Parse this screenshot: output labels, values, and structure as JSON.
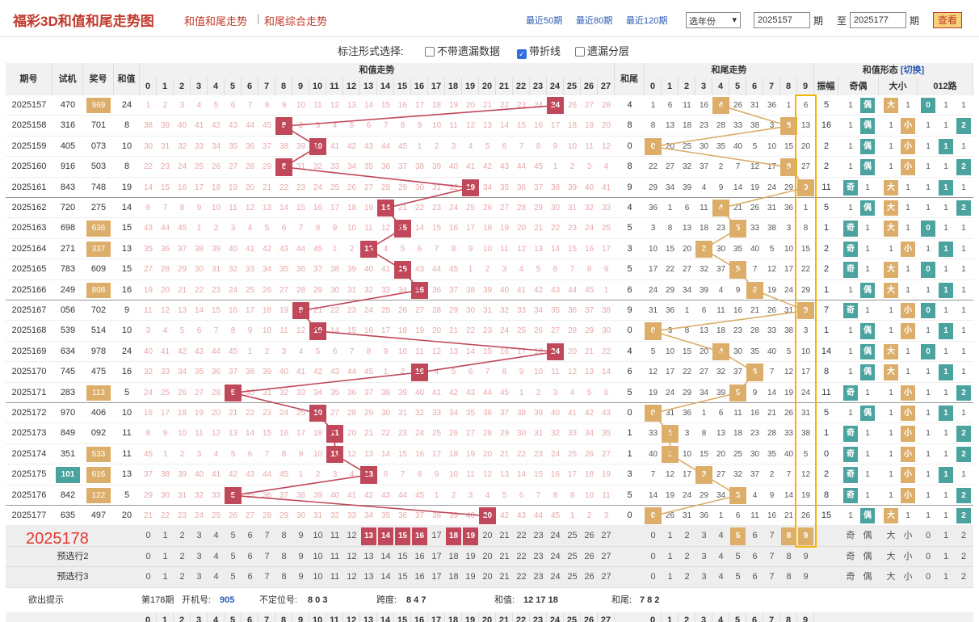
{
  "title": "福彩3D和值和尾走势图",
  "nav": {
    "link1": "和值和尾走势",
    "link2": "和尾综合走势"
  },
  "recent": [
    "最近50期",
    "最近80期",
    "最近120期"
  ],
  "year_select": "选年份",
  "from": "2025157",
  "to": "2025177",
  "qi": "期",
  "zhi": "至",
  "view_btn": "查看",
  "options": {
    "prompt": "标注形式选择:",
    "o1": "不带遗漏数据",
    "o2": "带折线",
    "o3": "遗漏分层",
    "o2_checked": true
  },
  "headers": {
    "period": "期号",
    "trial": "试机",
    "prize": "奖号",
    "sum": "和值",
    "sum_trend": "和值走势",
    "tail": "和尾",
    "tail_trend": "和尾走势",
    "shape": "和值形态",
    "switch": "[切换]",
    "amp": "振幅",
    "oddeven": "奇偶",
    "bigsmall": "大小",
    "route": "012路"
  },
  "sum_cols": [
    "0",
    "1",
    "2",
    "3",
    "4",
    "5",
    "6",
    "7",
    "8",
    "9",
    "10",
    "11",
    "12",
    "13",
    "14",
    "15",
    "16",
    "17",
    "18",
    "19",
    "20",
    "21",
    "22",
    "23",
    "24",
    "25",
    "26",
    "27"
  ],
  "tail_cols": [
    "0",
    "1",
    "2",
    "3",
    "4",
    "5",
    "6",
    "7",
    "8",
    "9"
  ],
  "rows": [
    {
      "p": "2025157",
      "t": "470",
      "k": "969",
      "s": 24,
      "w": 4,
      "a": "5",
      "oe": "偶",
      "bs": "大",
      "r": "0"
    },
    {
      "p": "2025158",
      "t": "316",
      "k": "701",
      "s": 8,
      "w": 8,
      "a": "16",
      "oe": "偶",
      "bs": "小",
      "r": "2"
    },
    {
      "p": "2025159",
      "t": "405",
      "k": "073",
      "s": 10,
      "w": 0,
      "a": "2",
      "oe": "偶",
      "bs": "小",
      "r": "1"
    },
    {
      "p": "2025160",
      "t": "916",
      "k": "503",
      "s": 8,
      "w": 8,
      "a": "2",
      "oe": "偶",
      "bs": "小",
      "r": "2"
    },
    {
      "p": "2025161",
      "t": "843",
      "k": "748",
      "s": 19,
      "w": 9,
      "a": "11",
      "oe": "奇",
      "bs": "大",
      "r": "1"
    },
    {
      "p": "2025162",
      "t": "720",
      "k": "275",
      "s": 14,
      "w": 4,
      "a": "5",
      "oe": "偶",
      "bs": "大",
      "r": "2"
    },
    {
      "p": "2025163",
      "t": "698",
      "k": "636",
      "s": 15,
      "w": 5,
      "a": "1",
      "oe": "奇",
      "bs": "大",
      "r": "0"
    },
    {
      "p": "2025164",
      "t": "271",
      "k": "337",
      "s": 13,
      "w": 3,
      "a": "2",
      "oe": "奇",
      "bs": "小",
      "r": "1"
    },
    {
      "p": "2025165",
      "t": "783",
      "k": "609",
      "s": 15,
      "w": 5,
      "a": "2",
      "oe": "奇",
      "bs": "大",
      "r": "0"
    },
    {
      "p": "2025166",
      "t": "249",
      "k": "808",
      "s": 16,
      "w": 6,
      "a": "1",
      "oe": "偶",
      "bs": "大",
      "r": "1"
    },
    {
      "p": "2025167",
      "t": "056",
      "k": "702",
      "s": 9,
      "w": 9,
      "a": "7",
      "oe": "奇",
      "bs": "小",
      "r": "0"
    },
    {
      "p": "2025168",
      "t": "539",
      "k": "514",
      "s": 10,
      "w": 0,
      "a": "1",
      "oe": "偶",
      "bs": "小",
      "r": "1"
    },
    {
      "p": "2025169",
      "t": "634",
      "k": "978",
      "s": 24,
      "w": 4,
      "a": "14",
      "oe": "偶",
      "bs": "大",
      "r": "0"
    },
    {
      "p": "2025170",
      "t": "745",
      "k": "475",
      "s": 16,
      "w": 6,
      "a": "8",
      "oe": "偶",
      "bs": "大",
      "r": "1"
    },
    {
      "p": "2025171",
      "t": "283",
      "k": "113",
      "s": 5,
      "w": 5,
      "a": "11",
      "oe": "奇",
      "bs": "小",
      "r": "2"
    },
    {
      "p": "2025172",
      "t": "970",
      "k": "406",
      "s": 10,
      "w": 0,
      "a": "5",
      "oe": "偶",
      "bs": "小",
      "r": "1"
    },
    {
      "p": "2025173",
      "t": "849",
      "k": "092",
      "s": 11,
      "w": 1,
      "a": "1",
      "oe": "奇",
      "bs": "小",
      "r": "2"
    },
    {
      "p": "2025174",
      "t": "351",
      "k": "533",
      "s": 11,
      "w": 1,
      "a": "0",
      "oe": "奇",
      "bs": "小",
      "r": "2"
    },
    {
      "p": "2025175",
      "t": "101",
      "k": "616",
      "s": 13,
      "w": 3,
      "a": "2",
      "oe": "奇",
      "bs": "小",
      "r": "1"
    },
    {
      "p": "2025176",
      "t": "842",
      "k": "122",
      "s": 5,
      "w": 5,
      "a": "8",
      "oe": "奇",
      "bs": "小",
      "r": "2"
    },
    {
      "p": "2025177",
      "t": "635",
      "k": "497",
      "s": 20,
      "w": 0,
      "a": "15",
      "oe": "偶",
      "bs": "大",
      "r": "2"
    }
  ],
  "pred": {
    "label": "2025178",
    "pick2": "预选行2",
    "pick3": "预选行3",
    "sel_sums": [
      13,
      14,
      15,
      16,
      18,
      19
    ],
    "sel_tails": [
      5,
      8,
      9
    ]
  },
  "hints": {
    "label": "欲出提示",
    "period": "第178期",
    "open_label": "开机号:",
    "open": "905",
    "pos_label": "不定位号:",
    "pos": "8 0 3",
    "span_label": "跨度:",
    "span": "8 4 7",
    "sum_label": "和值:",
    "sum": "12 17 18",
    "tail_label": "和尾:",
    "tail": "7 8 2"
  }
}
